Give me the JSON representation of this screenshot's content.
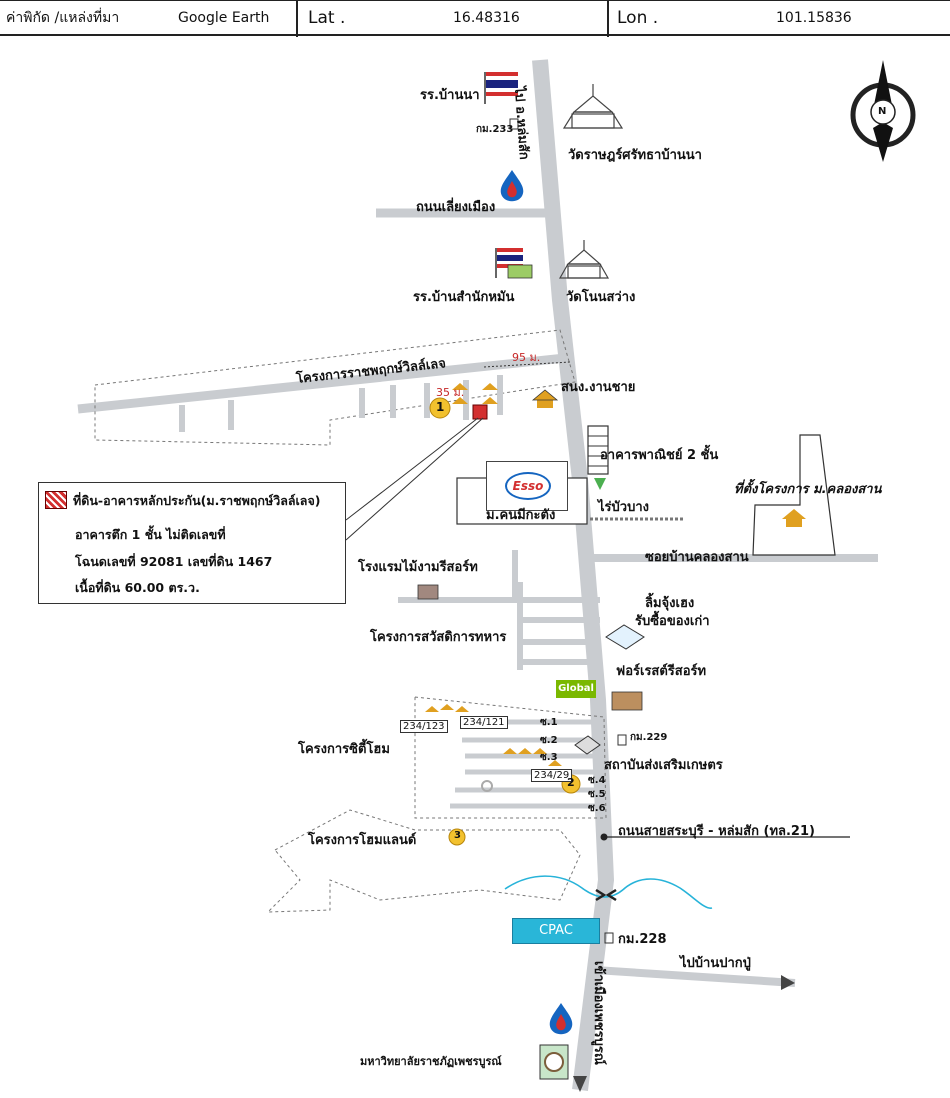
{
  "header": {
    "source_label": "ค่าพิกัด /แหล่งที่มา",
    "source_value": "Google Earth",
    "lat_label": "Lat .",
    "lat_value": "16.48316",
    "lon_label": "Lon .",
    "lon_value": "101.15836"
  },
  "labels": {
    "school_bannna": "รร.บ้านนา",
    "km233": "กม.233",
    "road_to_lomsak": "ไป อ.หล่มสัก",
    "wat_bannna": "วัดราษฎร์ศรัทธาบ้านนา",
    "bypass_road": "ถนนเลี่ยงเมือง",
    "school_samnak": "รร.บ้านสำนักหมัน",
    "wat_nonsawang": "วัดโนนสว่าง",
    "project_ratchaphruek": "โครงการราชพฤกษ์วิลล์เลจ",
    "dim_95": "95 ม.",
    "dim_35": "35 ม.",
    "marker_1": "1",
    "snong_nganchai": "สนง.งานชาย",
    "esso": "Esso",
    "commercial_building": "อาคารพาณิชย์ 2 ชั้น",
    "rai_buabang": "ไร่บัวบาง",
    "kham_university": "ม.คนมีกะตัง",
    "khlongsan_project": "ที่ตั้งโครงการ ม.คลองสาน",
    "soi_khlongsan": "ซอยบ้านคลองสาน",
    "hotel": "โรงแรมไม้งามรีสอร์ท",
    "welfare_project": "โครงการสวัสดิการทหาร",
    "limchunheng_1": "ลิ้มจุ้งเฮง",
    "limchunheng_2": "รับซื้อของเก่า",
    "forest_resort": "ฟอร์เรสต์รีสอร์ท",
    "global": "Global",
    "km229": "กม.229",
    "city_home_project": "โครงการซิตี้โฮม",
    "plot_234_123": "234/123",
    "plot_234_121": "234/121",
    "plot_234_29": "234/29",
    "soi_1": "ซ.1",
    "soi_2": "ซ.2",
    "soi_3": "ซ.3",
    "soi_4": "ซ.4",
    "soi_5": "ซ.5",
    "soi_6": "ซ.6",
    "marker_2": "2",
    "agri_institute": "สถาบันส่งเสริมเกษตร",
    "home_land_project": "โครงการโฮมแลนด์",
    "marker_3": "3",
    "highway_21": "ถนนสายสระบุรี - หล่มสัก (ทล.21)",
    "cpac": "CPAC",
    "km228": "กม.228",
    "to_pakpu": "ไปบ้านปากปู่",
    "to_phetchabun": "เข้าเมืองเพชรบูรณ์",
    "rajabhat": "มหาวิทยาลัยราชภัฏเพชรบูรณ์",
    "compass_n": "N"
  },
  "legend": {
    "title": "ที่ดิน-อาคารหลักประกัน(ม.ราชพฤกษ์วิลล์เลจ)",
    "line1": "อาคารตึก 1 ชั้น ไม่ติดเลขที่",
    "line2": "โฉนดเลขที่ 92081 เลขที่ดิน 1467",
    "line3": "เนื้อที่ดิน 60.00 ตร.ว."
  },
  "colors": {
    "road": "#c9ccd0",
    "marker": "#f2c12e",
    "collateral": "#d32f2f",
    "cpac": "#29b6d8",
    "river": "#27b3d9",
    "house": "#e0a020"
  }
}
